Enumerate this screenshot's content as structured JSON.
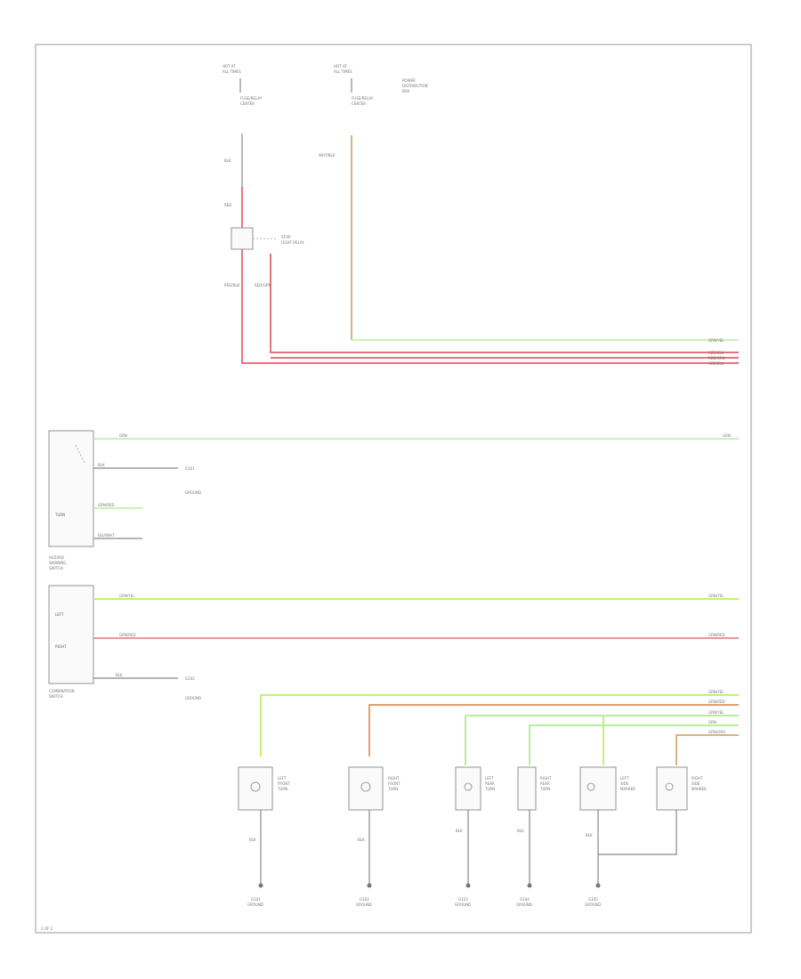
{
  "colors": {
    "red": "#e8747c",
    "tan": "#d6b57a",
    "green": "#b6ee9e",
    "lime": "#c4f07a",
    "orange": "#e0a070",
    "black": "#777777"
  },
  "labels": {
    "hot_at_left": "HOT AT",
    "hot_at_left_b": "ALL TIMES",
    "hot_at_right": "HOT AT",
    "hot_at_right_b": "ALL TIMES",
    "fuse_left": "FUSE/RELAY",
    "fuse_left_b": "CENTER",
    "fuse_right": "FUSE/RELAY",
    "fuse_right_b": "CENTER",
    "pdu_1": "POWER",
    "pdu_2": "DISTRIBUTION",
    "pdu_3": "BOX",
    "relay_1": "STOP",
    "relay_2": "LIGHT RELAY",
    "switch_name_1": "HAZARD",
    "switch_name_2": "WARNING",
    "switch_name_3": "SWITCH",
    "switch_name_4": "TURN",
    "combo_name_1": "COMBINATION",
    "combo_name_2": "SWITCH",
    "footer": "1 OF 2"
  },
  "wires": {
    "grn": "GRN",
    "grn_yel": "GRN/YEL",
    "grn_red": "GRN/RED",
    "red_blk": "RED/BLK",
    "wht_blu": "WHT/BLU",
    "red_grn": "RED/GRN",
    "blu_wht": "BLU/WHT",
    "grn_org": "GRN/ORG",
    "blk": "BLK",
    "red": "RED"
  },
  "grounds": {
    "g1_a": "G101",
    "g1_b": "GROUND",
    "g2_a": "G102",
    "g2_b": "GROUND",
    "g3_a": "G103",
    "g3_b": "GROUND",
    "g4_a": "G104",
    "g4_b": "GROUND",
    "g5_a": "G105",
    "g5_b": "GROUND"
  },
  "lamps": {
    "l1_a": "LEFT",
    "l1_b": "FRONT",
    "l1_c": "TURN",
    "l2_a": "RIGHT",
    "l2_b": "FRONT",
    "l2_c": "TURN",
    "l3_a": "LEFT",
    "l3_b": "REAR",
    "l3_c": "TURN",
    "l4_a": "RIGHT",
    "l4_b": "REAR",
    "l4_c": "TURN",
    "l5_a": "LEFT",
    "l5_b": "SIDE",
    "l5_c": "MARKER",
    "l6_a": "RIGHT",
    "l6_b": "SIDE",
    "l6_c": "MARKER"
  }
}
